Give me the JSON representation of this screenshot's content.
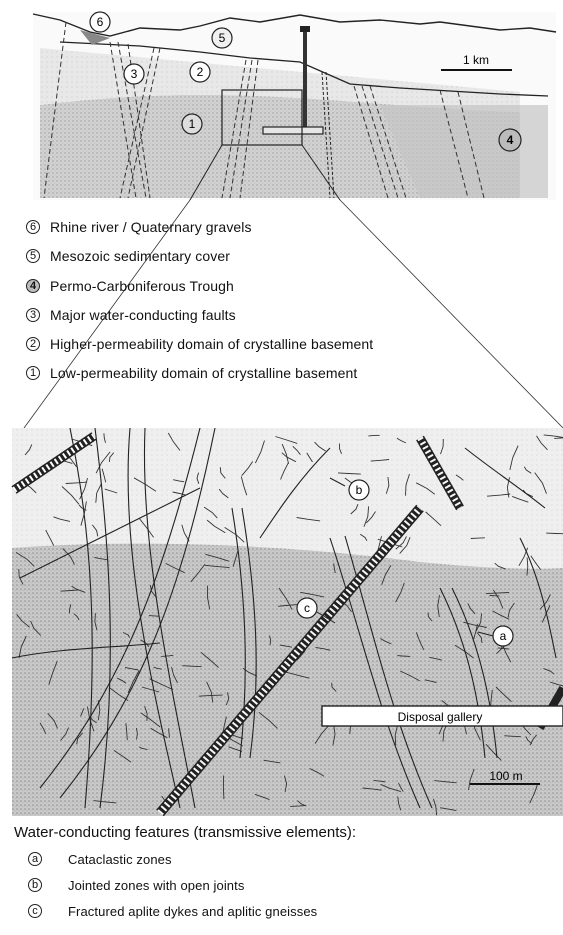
{
  "cross_section": {
    "scale_label": "1 km",
    "markers": {
      "m1": "1",
      "m2": "2",
      "m3": "3",
      "m4": "4",
      "m5": "5",
      "m6": "6"
    }
  },
  "legend": [
    {
      "num": "6",
      "text": "Rhine river / Quaternary gravels"
    },
    {
      "num": "5",
      "text": "Mesozoic sedimentary cover"
    },
    {
      "num": "4",
      "text": "Permo-Carboniferous Trough"
    },
    {
      "num": "3",
      "text": "Major water-conducting faults"
    },
    {
      "num": "2",
      "text": "Higher-permeability domain of crystalline basement"
    },
    {
      "num": "1",
      "text": "Low-permeability domain of crystalline basement"
    }
  ],
  "detail": {
    "gallery_label": "Disposal gallery",
    "scale_label": "100 m",
    "markers": {
      "a": "a",
      "b": "b",
      "c": "c"
    }
  },
  "features": {
    "title": "Water-conducting features (transmissive elements):",
    "items": [
      {
        "letter": "a",
        "text": "Cataclastic zones"
      },
      {
        "letter": "b",
        "text": "Jointed zones with open joints"
      },
      {
        "letter": "c",
        "text": "Fractured aplite dykes and aplitic gneisses"
      }
    ]
  }
}
